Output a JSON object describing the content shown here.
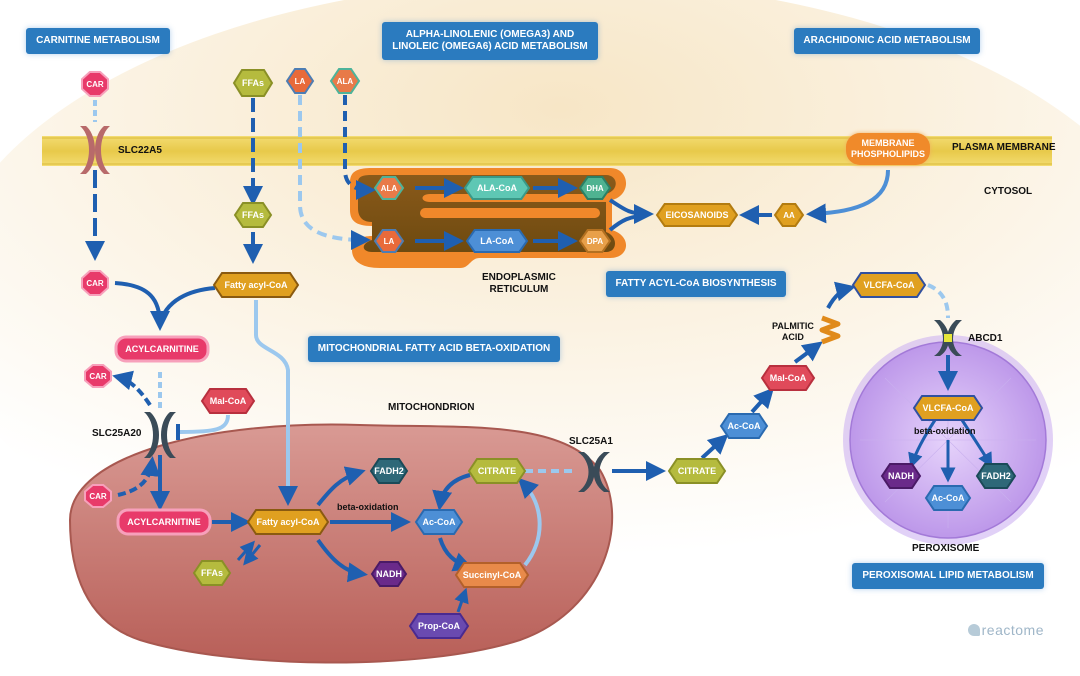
{
  "pathway_buttons": {
    "carnitine": "CARNITINE METABOLISM",
    "omega": "ALPHA-LINOLENIC (OMEGA3) AND\nLINOLEIC (OMEGA6) ACID METABOLISM",
    "arachidonic": "ARACHIDONIC ACID METABOLISM",
    "fatty_acyl_biosynthesis": "FATTY ACYL-CoA BIOSYNTHESIS",
    "mito_beta_oxidation": "MITOCHONDRIAL FATTY ACID BETA-OXIDATION",
    "peroxisomal": "PEROXISOMAL LIPID METABOLISM"
  },
  "compartments": {
    "plasma_membrane": "PLASMA MEMBRANE",
    "cytosol": "CYTOSOL",
    "er": "ENDOPLASMIC\nRETICULUM",
    "mitochondrion": "MITOCHONDRION",
    "peroxisome": "PEROXISOME"
  },
  "transporters": {
    "slc22a5": "SLC22A5",
    "slc25a20": "SLC25A20",
    "slc25a1": "SLC25A1",
    "abcd1": "ABCD1"
  },
  "labels": {
    "membrane_phospholipids": "MEMBRANE\nPHOSPHOLIPIDS",
    "beta_oxidation_mito": "beta-oxidation",
    "beta_oxidation_perox": "beta-oxidation",
    "palmitic_acid": "PALMITIC\nACID",
    "brand": "reactome"
  },
  "molecules": {
    "car_top": "CAR",
    "car_mid": "CAR",
    "car_out": "CAR",
    "car_in": "CAR",
    "ffas_top": "FFAs",
    "ffas_mid": "FFAs",
    "ffas_mito": "FFAs",
    "la_top": "LA",
    "ala_top": "ALA",
    "ala_er": "ALA",
    "ala_coa": "ALA-CoA",
    "dha": "DHA",
    "la_er": "LA",
    "la_coa": "LA-CoA",
    "dpa": "DPA",
    "eicosanoids": "EICOSANOIDS",
    "aa": "AA",
    "fatty_acyl_coa_cyto": "Fatty acyl-CoA",
    "acylcarnitine_cyto": "ACYLCARNITINE",
    "mal_coa_cyto": "Mal-CoA",
    "acylcarnitine_mito": "ACYLCARNITINE",
    "fatty_acyl_coa_mito": "Fatty acyl-CoA",
    "fadh2_mito": "FADH2",
    "nadh_mito": "NADH",
    "ac_coa_mito": "Ac-CoA",
    "citrate_mito": "CITRATE",
    "succinyl_coa": "Succinyl-CoA",
    "prop_coa": "Prop-CoA",
    "citrate_cyto": "CITRATE",
    "ac_coa_cyto": "Ac-CoA",
    "mal_coa_lip": "Mal-CoA",
    "vlcfa_coa_cyto": "VLCFA-CoA",
    "vlcfa_coa_perox": "VLCFA-CoA",
    "nadh_perox": "NADH",
    "fadh2_perox": "FADH2",
    "ac_coa_perox": "Ac-CoA"
  },
  "colors": {
    "pathway_button": "#2b7bbf",
    "arrow_blue": "#1f5fb0",
    "membrane": "#f0d45e",
    "mitochondrion": "#c06a62",
    "er": "#f08a2a",
    "peroxisome": "#b48be0",
    "carnitine": "#e83a6a",
    "fatty_acyl": "#e0a020",
    "ffa": "#b5bb3e"
  },
  "icons": {
    "transporter": "channel-icon",
    "palmitic": "zigzag-icon",
    "brand": "reactome-logo"
  }
}
